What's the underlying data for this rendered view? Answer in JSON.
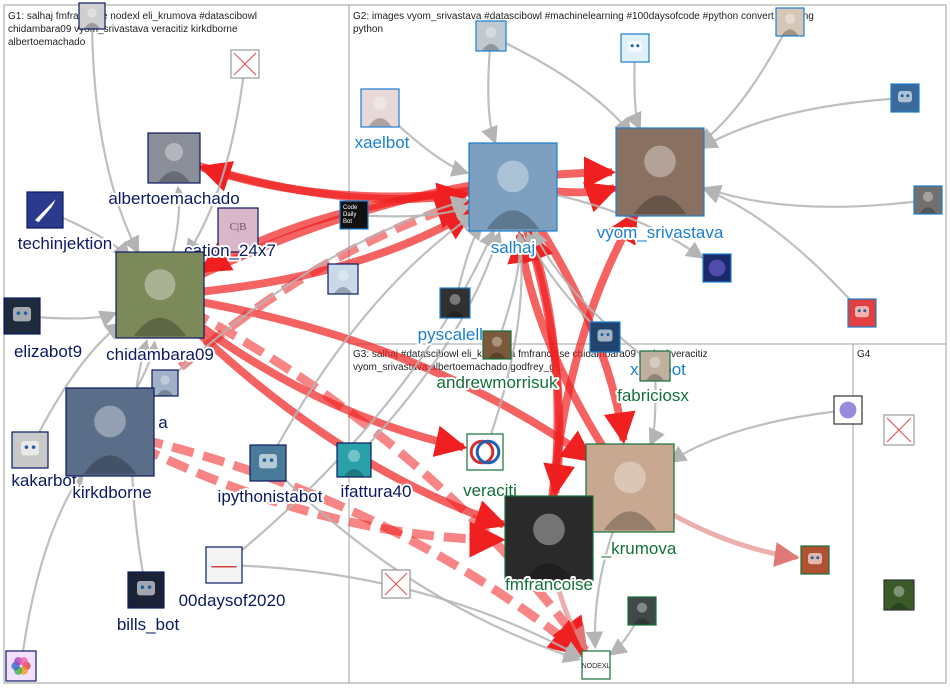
{
  "colors": {
    "g1_label": "#0b1a63",
    "g2_label": "#1a7fd0",
    "g3_label": "#14703a",
    "edge_grey": "#b4b4b4",
    "edge_red": "#f02020",
    "edge_pink": "#e07878",
    "group_border": "#a0a0a0"
  },
  "groups": [
    {
      "id": "G1",
      "text_lines": [
        "G1: salhaj fmfrancoise nodexl eli_krumova #datascibowl",
        "chidambara09 vyom_srivastava veracitiz kirkdborne",
        "albertoemachado"
      ]
    },
    {
      "id": "G2",
      "text_lines": [
        "G2: images vyom_srivastava #datascibowl #machinelearning #100daysofcode #python convert bit using",
        "python"
      ]
    },
    {
      "id": "G3",
      "text_lines": [
        "G3: salhaj #datascibowl eli_krumova fmfrancoise chidambara09 nodexl veracitiz",
        "vyom_srivastava albertoemachado godfrey_g..."
      ]
    },
    {
      "id": "G4",
      "text_lines": [
        "G4"
      ]
    }
  ],
  "nodes": [
    {
      "id": "albertoemachado",
      "label": "albertoemachado",
      "group": "G1",
      "icon": "person-photo-icon",
      "fill": "#8a8f99"
    },
    {
      "id": "techinjektion",
      "label": "techinjektion",
      "group": "G1",
      "icon": "rocket-icon",
      "fill": "#2b3a8c"
    },
    {
      "id": "cation_24x7",
      "label": "cation_24x7",
      "group": "G1",
      "icon": "cb-logo-icon",
      "fill": "#d9b7c9"
    },
    {
      "id": "chidambara09",
      "label": "chidambara09",
      "group": "G1",
      "icon": "elephant-photo-icon",
      "fill": "#7c8a5a"
    },
    {
      "id": "elizabot9",
      "label": "elizabot9",
      "group": "G1",
      "icon": "robot-avatar-icon",
      "fill": "#1e2b3c"
    },
    {
      "id": "a",
      "label": "a",
      "group": "G1",
      "icon": "person-photo-icon",
      "fill": "#9fb0c8"
    },
    {
      "id": "kakarbot",
      "label": "kakarbot",
      "group": "G1",
      "icon": "robot-avatar-icon",
      "fill": "#c8c8c8"
    },
    {
      "id": "kirkdborne",
      "label": "kirkdborne",
      "group": "G1",
      "icon": "person-photo-icon",
      "fill": "#5a6e8a"
    },
    {
      "id": "ipythonistabot",
      "label": "ipythonistabot",
      "group": "G1",
      "icon": "robot-avatar-icon",
      "fill": "#4a7a9a"
    },
    {
      "id": "ifattura40",
      "label": "ifattura40",
      "group": "G1",
      "icon": "face-avatar-icon",
      "fill": "#2aa0a8"
    },
    {
      "id": "100daysof2020",
      "label": "00daysof2020",
      "group": "G1",
      "icon": "chart-avatar-icon",
      "fill": "#f4f4f4"
    },
    {
      "id": "bills_bot",
      "label": "bills_bot",
      "group": "G1",
      "icon": "robot-avatar-icon",
      "fill": "#1a2236"
    },
    {
      "id": "g1_blank_top",
      "label": "",
      "group": "G1",
      "icon": "broken-image-icon",
      "fill": "#ffffff"
    },
    {
      "id": "g1_top_small",
      "label": "",
      "group": "G1",
      "icon": "person-photo-icon",
      "fill": "#cfcfcf"
    },
    {
      "id": "g1_mid_small",
      "label": "",
      "group": "G1",
      "icon": "face-avatar-icon",
      "fill": "#c9d9e8"
    },
    {
      "id": "g1_blank_bottom",
      "label": "",
      "group": "G1",
      "icon": "broken-image-icon",
      "fill": "#ffffff"
    },
    {
      "id": "g1_flower",
      "label": "",
      "group": "G1",
      "icon": "flower-logo-icon",
      "fill": "#f3e0ff"
    },
    {
      "id": "xaelbot",
      "label": "xaelbot",
      "group": "G2",
      "icon": "face-avatar-icon",
      "fill": "#e8d8d8"
    },
    {
      "id": "salhaj",
      "label": "salhaj",
      "group": "G2",
      "icon": "person-photo-icon",
      "fill": "#7ea0c0"
    },
    {
      "id": "vyom_srivastava",
      "label": "vyom_srivastava",
      "group": "G2",
      "icon": "person-photo-icon",
      "fill": "#8a7060"
    },
    {
      "id": "pyscalelle",
      "label": "pyscalelle",
      "group": "G2",
      "icon": "person-photo-icon",
      "fill": "#303030"
    },
    {
      "id": "code_daily_bot",
      "label": "",
      "group": "G2",
      "icon": "code-daily-bot-icon",
      "fill": "#111111"
    },
    {
      "id": "xpert_bot",
      "label": "xpe  bot",
      "group": "G2",
      "icon": "robot-avatar-icon",
      "fill": "#20446e"
    },
    {
      "id": "g2_top1",
      "label": "",
      "group": "G2",
      "icon": "person-photo-icon",
      "fill": "#c0c8d0"
    },
    {
      "id": "g2_top2",
      "label": "",
      "group": "G2",
      "icon": "robot-avatar-icon",
      "fill": "#e0f0f8"
    },
    {
      "id": "g2_top3",
      "label": "",
      "group": "G2",
      "icon": "person-photo-icon",
      "fill": "#d6c6b6"
    },
    {
      "id": "g2_bot_right",
      "label": "",
      "group": "G2",
      "icon": "robot-avatar-icon",
      "fill": "#3a6a9a"
    },
    {
      "id": "g2_assassin",
      "label": "",
      "group": "G2",
      "icon": "person-photo-icon",
      "fill": "#707070"
    },
    {
      "id": "g2_blue_circle",
      "label": "",
      "group": "G2",
      "icon": "logo-avatar-icon",
      "fill": "#1a2a6a"
    },
    {
      "id": "g2_red_robot",
      "label": "",
      "group": "G2",
      "icon": "robot-avatar-icon",
      "fill": "#e04040"
    },
    {
      "id": "andrewmorrisuk",
      "label": "andrewmorrisuk",
      "group": "G3",
      "icon": "person-photo-icon",
      "fill": "#7a5a3a"
    },
    {
      "id": "fabriciosx",
      "label": "fabriciosx",
      "group": "G3",
      "icon": "person-photo-icon",
      "fill": "#c0b0a0"
    },
    {
      "id": "veracitiz",
      "label": "veraciti",
      "group": "G3",
      "icon": "rings-logo-icon",
      "fill": "#ffffff"
    },
    {
      "id": "eli_krumova",
      "label": "_krumova",
      "group": "G3",
      "icon": "person-photo-icon",
      "fill": "#c8a890"
    },
    {
      "id": "fmfrancoise",
      "label": "fmfrancoise",
      "group": "G3",
      "icon": "person-photo-icon",
      "fill": "#2a2a2a"
    },
    {
      "id": "nodexl",
      "label": "",
      "group": "G3",
      "icon": "nodexl-logo-icon",
      "fill": "#ffffff"
    },
    {
      "id": "g3_bottom_small",
      "label": "",
      "group": "G3",
      "icon": "person-photo-icon",
      "fill": "#404848"
    },
    {
      "id": "g3_right_robot",
      "label": "",
      "group": "G3",
      "icon": "robot-avatar-icon",
      "fill": "#b05030"
    },
    {
      "id": "g3_blank",
      "label": "",
      "group": "G3",
      "icon": "broken-image-icon",
      "fill": "#ffffff"
    },
    {
      "id": "g4_logo",
      "label": "",
      "group": "G4",
      "icon": "logo-avatar-icon",
      "fill": "#ffffff"
    },
    {
      "id": "g4_blank",
      "label": "",
      "group": "G4",
      "icon": "broken-image-icon",
      "fill": "#ffffff"
    },
    {
      "id": "g4_person",
      "label": "",
      "group": "G4",
      "icon": "person-photo-icon",
      "fill": "#3a5a2a"
    }
  ],
  "edges": [
    {
      "from": "chidambara09",
      "to": "salhaj",
      "style": "red"
    },
    {
      "from": "chidambara09",
      "to": "vyom_srivastava",
      "style": "red"
    },
    {
      "from": "chidambara09",
      "to": "fmfrancoise",
      "style": "red"
    },
    {
      "from": "chidambara09",
      "to": "nodexl",
      "style": "red-dashed"
    },
    {
      "from": "chidambara09",
      "to": "veracitiz",
      "style": "red"
    },
    {
      "from": "chidambara09",
      "to": "eli_krumova",
      "style": "red"
    },
    {
      "from": "albertoemachado",
      "to": "salhaj",
      "style": "red"
    },
    {
      "from": "salhaj",
      "to": "albertoemachado",
      "style": "red"
    },
    {
      "from": "salhaj",
      "to": "vyom_srivastava",
      "style": "red"
    },
    {
      "from": "salhaj",
      "to": "fmfrancoise",
      "style": "red"
    },
    {
      "from": "salhaj",
      "to": "chidambara09",
      "style": "red"
    },
    {
      "from": "salhaj",
      "to": "eli_krumova",
      "style": "red"
    },
    {
      "from": "fmfrancoise",
      "to": "salhaj",
      "style": "red"
    },
    {
      "from": "fmfrancoise",
      "to": "vyom_srivastava",
      "style": "red"
    },
    {
      "from": "fmfrancoise",
      "to": "nodexl",
      "style": "pink"
    },
    {
      "from": "eli_krumova",
      "to": "salhaj",
      "style": "red"
    },
    {
      "from": "eli_krumova",
      "to": "g3_right_robot",
      "style": "pink"
    },
    {
      "from": "kirkdborne",
      "to": "salhaj",
      "style": "red-dashed"
    },
    {
      "from": "kirkdborne",
      "to": "fmfrancoise",
      "style": "red-dashed"
    },
    {
      "from": "kirkdborne",
      "to": "nodexl",
      "style": "red-dashed"
    },
    {
      "from": "chidambara09",
      "to": "albertoemachado",
      "style": "grey"
    },
    {
      "from": "techinjektion",
      "to": "chidambara09",
      "style": "grey"
    },
    {
      "from": "elizabot9",
      "to": "chidambara09",
      "style": "grey"
    },
    {
      "from": "kakarbot",
      "to": "chidambara09",
      "style": "grey"
    },
    {
      "from": "kirkdborne",
      "to": "chidambara09",
      "style": "grey"
    },
    {
      "from": "ipythonistabot",
      "to": "salhaj",
      "style": "grey"
    },
    {
      "from": "ifattura40",
      "to": "salhaj",
      "style": "grey"
    },
    {
      "from": "bills_bot",
      "to": "chidambara09",
      "style": "grey"
    },
    {
      "from": "100daysof2020",
      "to": "salhaj",
      "style": "grey"
    },
    {
      "from": "g1_blank_top",
      "to": "chidambara09",
      "style": "grey"
    },
    {
      "from": "g1_top_small",
      "to": "chidambara09",
      "style": "grey"
    },
    {
      "from": "g1_flower",
      "to": "kirkdborne",
      "style": "grey"
    },
    {
      "from": "xaelbot",
      "to": "salhaj",
      "style": "grey"
    },
    {
      "from": "pyscalelle",
      "to": "salhaj",
      "style": "grey"
    },
    {
      "from": "code_daily_bot",
      "to": "salhaj",
      "style": "grey"
    },
    {
      "from": "g2_top1",
      "to": "vyom_srivastava",
      "style": "grey"
    },
    {
      "from": "g2_top2",
      "to": "vyom_srivastava",
      "style": "grey"
    },
    {
      "from": "g2_top3",
      "to": "vyom_srivastava",
      "style": "grey"
    },
    {
      "from": "g2_bot_right",
      "to": "vyom_srivastava",
      "style": "grey"
    },
    {
      "from": "g2_assassin",
      "to": "vyom_srivastava",
      "style": "grey"
    },
    {
      "from": "g2_red_robot",
      "to": "vyom_srivastava",
      "style": "grey"
    },
    {
      "from": "salhaj",
      "to": "g2_blue_circle",
      "style": "grey"
    },
    {
      "from": "g2_top1",
      "to": "salhaj",
      "style": "grey"
    },
    {
      "from": "xpert_bot",
      "to": "salhaj",
      "style": "grey"
    },
    {
      "from": "andrewmorrisuk",
      "to": "salhaj",
      "style": "grey"
    },
    {
      "from": "fabriciosx",
      "to": "salhaj",
      "style": "grey"
    },
    {
      "from": "veracitiz",
      "to": "salhaj",
      "style": "grey"
    },
    {
      "from": "g3_bottom_small",
      "to": "nodexl",
      "style": "grey"
    },
    {
      "from": "eli_krumova",
      "to": "nodexl",
      "style": "grey"
    },
    {
      "from": "fabriciosx",
      "to": "eli_krumova",
      "style": "grey"
    },
    {
      "from": "g4_logo",
      "to": "eli_krumova",
      "style": "grey"
    },
    {
      "from": "100daysof2020",
      "to": "nodexl",
      "style": "grey"
    },
    {
      "from": "ipythonistabot",
      "to": "nodexl",
      "style": "grey"
    },
    {
      "from": "a",
      "to": "salhaj",
      "style": "grey"
    }
  ]
}
